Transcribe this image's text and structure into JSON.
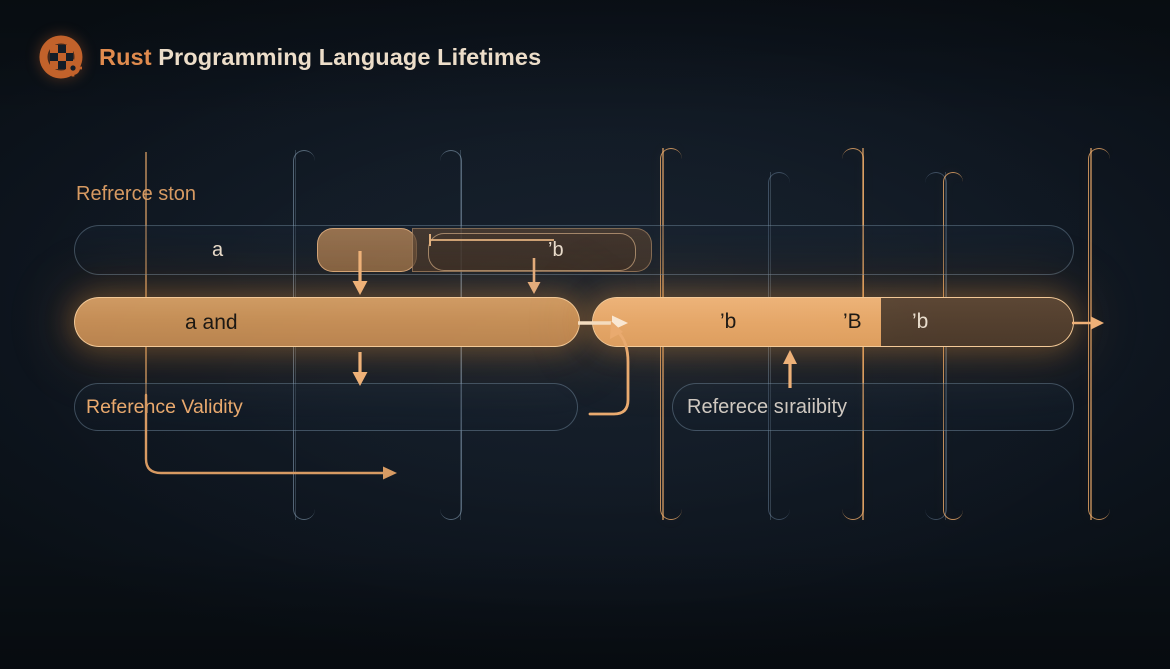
{
  "header": {
    "logo_icon": "rust-gear-logo",
    "title_accent": "Rust",
    "title_rest": " Programming Language Lifetimes",
    "accent_color": "#e08b4e",
    "text_color": "#ecddc9"
  },
  "diagram": {
    "background_color": "#111a25",
    "bar_fill_color": "#c48d55",
    "bar_highlight_color": "#e5a667",
    "bracket_orange_color": "#eeaa68",
    "bracket_blue_color": "#92acc4",
    "section_label_top": "Refrerce ston",
    "row_top": {
      "name": "reference-scope-row",
      "label_a": "a",
      "label_inner": "’b"
    },
    "row_middle": {
      "name": "lifetime-bar-row",
      "label_left": "a and",
      "label_b1": "’b",
      "label_b2": "’B",
      "label_b3": "’b"
    },
    "row_bottom": {
      "name": "validity-row",
      "label_left": "Reference Validity",
      "label_right": "Referece sıraiibity"
    },
    "arrows": {
      "down_1": "down-arrow",
      "down_2": "down-arrow",
      "down_3": "down-arrow",
      "down_4": "down-arrow",
      "up_1": "up-arrow",
      "right_inflow": "right-arrow",
      "right_outflow": "right-arrow",
      "bottom_flow": "right-arrow",
      "curved_feedback": "curved-up-arrow"
    }
  }
}
